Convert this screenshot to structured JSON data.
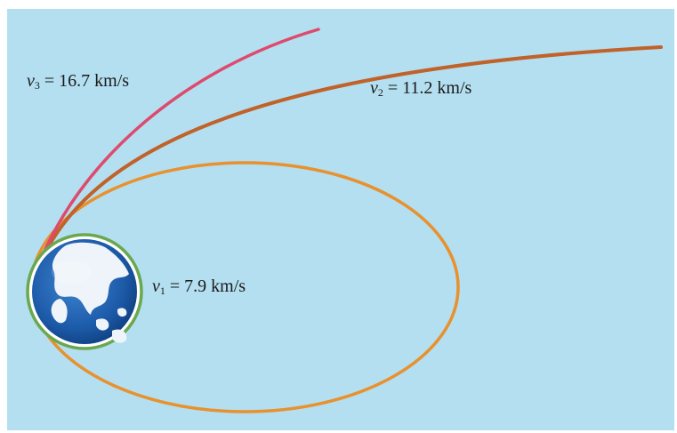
{
  "labels": {
    "v3": {
      "symbol": "v",
      "subscript": "3",
      "value": "= 16.7 km/s"
    },
    "v2": {
      "symbol": "v",
      "subscript": "2",
      "value": "= 11.2 km/s"
    },
    "v1": {
      "symbol": "v",
      "subscript": "1",
      "value": "= 7.9 km/s"
    }
  },
  "colors": {
    "background": "#b3dff0",
    "orbit_v1": "#e8912e",
    "trajectory_v2": "#c0622a",
    "trajectory_v3": "#de4a6e",
    "earth_ring": "#6aa84f",
    "ocean": "#1c5aa8",
    "land": "#eef4fa"
  }
}
